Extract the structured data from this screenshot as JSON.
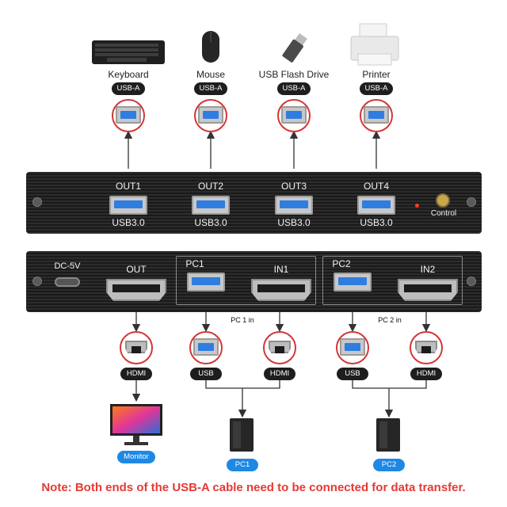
{
  "devices": [
    {
      "label": "Keyboard",
      "connector": "USB-A"
    },
    {
      "label": "Mouse",
      "connector": "USB-A"
    },
    {
      "label": "USB Flash Drive",
      "connector": "USB-A"
    },
    {
      "label": "Printer",
      "connector": "USB-A"
    }
  ],
  "top_panel": {
    "ports": [
      {
        "name": "OUT1",
        "spec": "USB3.0"
      },
      {
        "name": "OUT2",
        "spec": "USB3.0"
      },
      {
        "name": "OUT3",
        "spec": "USB3.0"
      },
      {
        "name": "OUT4",
        "spec": "USB3.0"
      }
    ],
    "control_label": "Control"
  },
  "bottom_panel": {
    "power_label": "DC-5V",
    "out_label": "OUT",
    "pc1_label": "PC1",
    "in1_label": "IN1",
    "pc2_label": "PC2",
    "in2_label": "IN2"
  },
  "cables": {
    "hdmi": "HDMI",
    "usb": "USB",
    "pc1_in": "PC 1 in",
    "pc2_in": "PC 2 in"
  },
  "outputs": {
    "monitor": "Monitor",
    "pc1": "PC1",
    "pc2": "PC2"
  },
  "note": "Note: Both ends of the USB-A cable need to be connected for data transfer.",
  "colors": {
    "accent_red": "#e53935",
    "pill_blue": "#1e88e5",
    "usb_blue": "#2f7de1",
    "panel_dark": "#1a1a1a"
  }
}
